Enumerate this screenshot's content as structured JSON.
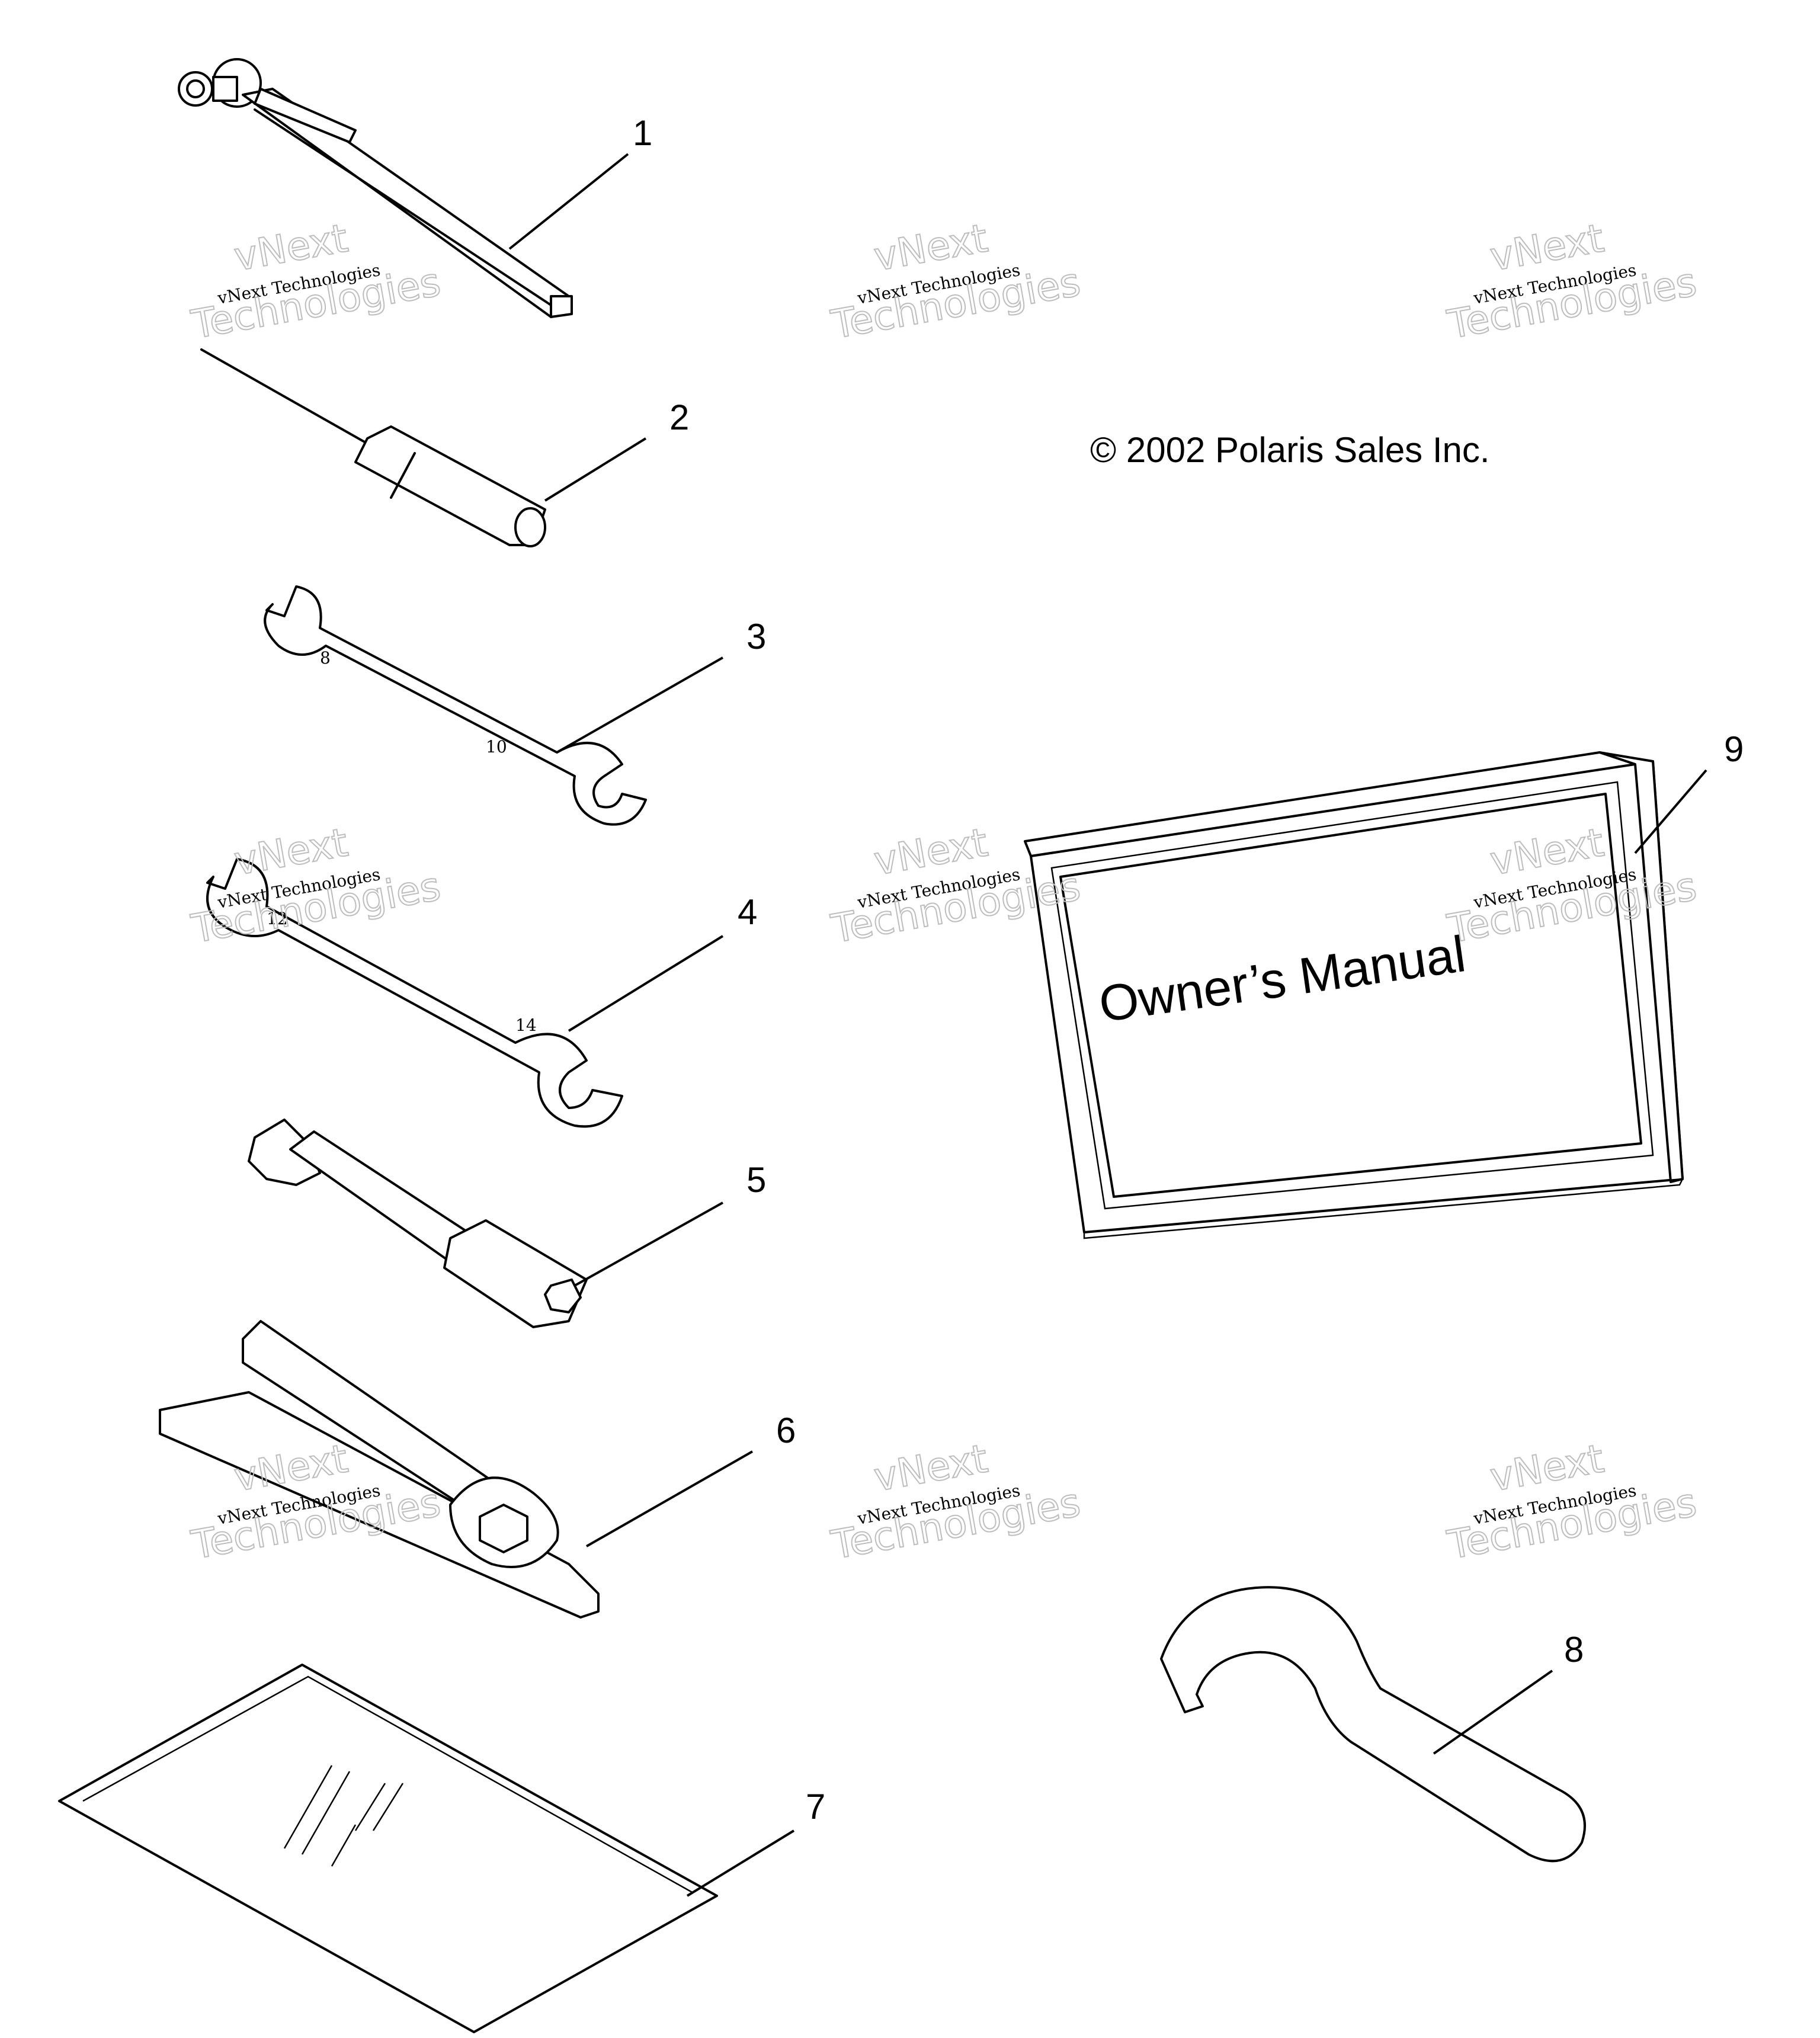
{
  "copyright": "© 2002 Polaris Sales Inc.",
  "manual_title": "Owner’s Manual",
  "callouts": [
    "1",
    "2",
    "3",
    "4",
    "5",
    "6",
    "7",
    "8",
    "9"
  ],
  "watermark": {
    "line1": "vNext",
    "line2": "vNext Technologies",
    "line3": "Technologies"
  },
  "wrench_sizes": {
    "w3_a": "8",
    "w3_b": "10",
    "w4_a": "12",
    "w4_b": "14"
  }
}
